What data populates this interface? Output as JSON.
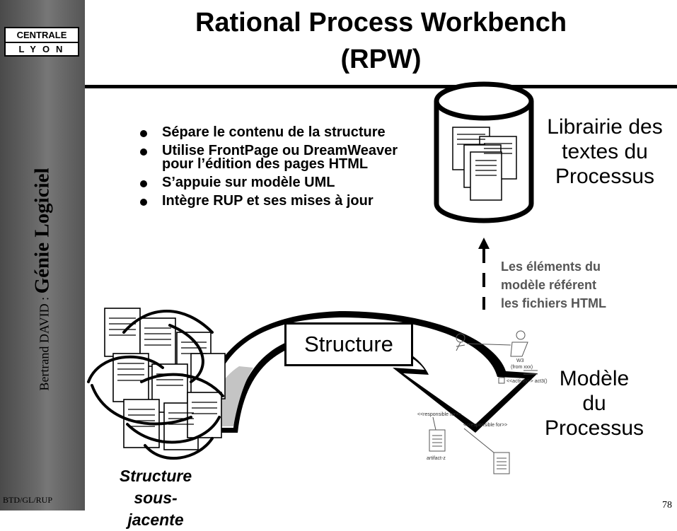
{
  "sidebar": {
    "logo_line1": "CENTRALE",
    "logo_line2": "LYON",
    "author": "Bertrand DAVID : ",
    "course": "Génie Logiciel",
    "footer_code": "BTD/GL/RUP"
  },
  "slide": {
    "title_line1": "Rational Process Workbench",
    "title_line2": "(RPW)",
    "bullets": [
      "Sépare le contenu de la structure",
      "Utilise FrontPage ou DreamWeaver pour l’édition des pages HTML",
      "S’appuie sur modèle UML",
      "Intègre RUP et ses mises à jour"
    ],
    "library_label": "Librairie des textes du Processus",
    "reference_label_lines": [
      "Les éléments du",
      "modèle référent",
      "les fichiers HTML"
    ],
    "structure_label": "Structure",
    "model_label": "Modèle du Processus",
    "underlying_label": "Structure sous-jacente",
    "uml_texts": {
      "w3": "W3",
      "from": "(from xxx)",
      "activity": "<<activity>> act3()",
      "resp1": "<<responsible for>>",
      "resp2": "<<responsible for>>",
      "artifact": "artifact-z"
    },
    "page_number": "78"
  }
}
